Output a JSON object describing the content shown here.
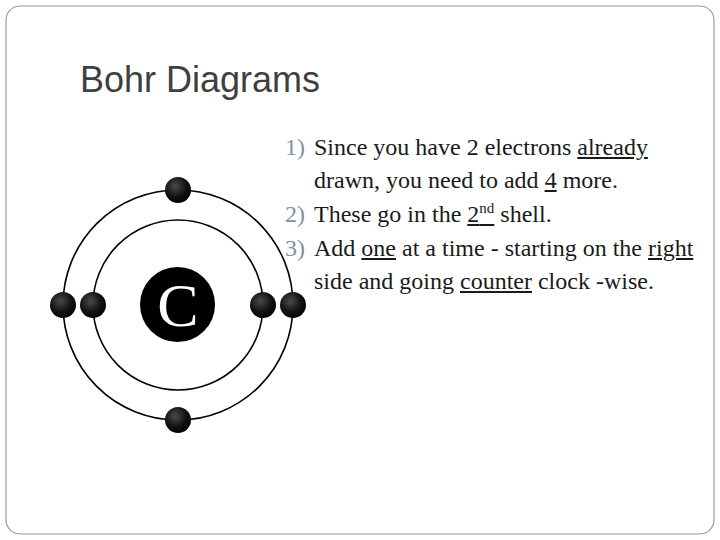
{
  "diagram": {
    "title": "Bohr Diagrams",
    "nodes": [
      {
        "text": [
          "C"
        ]
      }
    ],
    "labels": [
      "1)",
      "Since you have 2 electrons already drawn, you need to add 4 more.",
      "2)",
      "These go in the 2nd shell.",
      "3)",
      "Add one at a time - starting on the right side and going counter clock -wise."
    ]
  }
}
